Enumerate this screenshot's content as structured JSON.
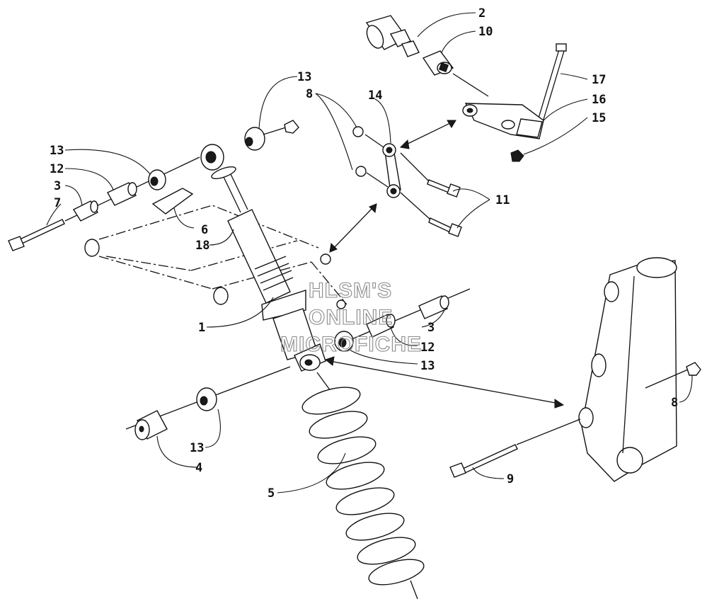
{
  "watermark": {
    "line1": "HLSM'S",
    "line2": "ONLINE",
    "line3": "MICROFICHE"
  },
  "callouts": [
    {
      "id": "c2",
      "text": "2"
    },
    {
      "id": "c10",
      "text": "10"
    },
    {
      "id": "c17",
      "text": "17"
    },
    {
      "id": "c16",
      "text": "16"
    },
    {
      "id": "c15",
      "text": "15"
    },
    {
      "id": "c14",
      "text": "14"
    },
    {
      "id": "c13a",
      "text": "13"
    },
    {
      "id": "c8a",
      "text": "8"
    },
    {
      "id": "c13b",
      "text": "13"
    },
    {
      "id": "c12a",
      "text": "12"
    },
    {
      "id": "c3a",
      "text": "3"
    },
    {
      "id": "c7",
      "text": "7"
    },
    {
      "id": "c6",
      "text": "6"
    },
    {
      "id": "c18",
      "text": "18"
    },
    {
      "id": "c11",
      "text": "11"
    },
    {
      "id": "c1",
      "text": "1"
    },
    {
      "id": "c3b",
      "text": "3"
    },
    {
      "id": "c12b",
      "text": "12"
    },
    {
      "id": "c13c",
      "text": "13"
    },
    {
      "id": "c13d",
      "text": "13"
    },
    {
      "id": "c4",
      "text": "4"
    },
    {
      "id": "c5",
      "text": "5"
    },
    {
      "id": "c8b",
      "text": "8"
    },
    {
      "id": "c9",
      "text": "9"
    }
  ]
}
